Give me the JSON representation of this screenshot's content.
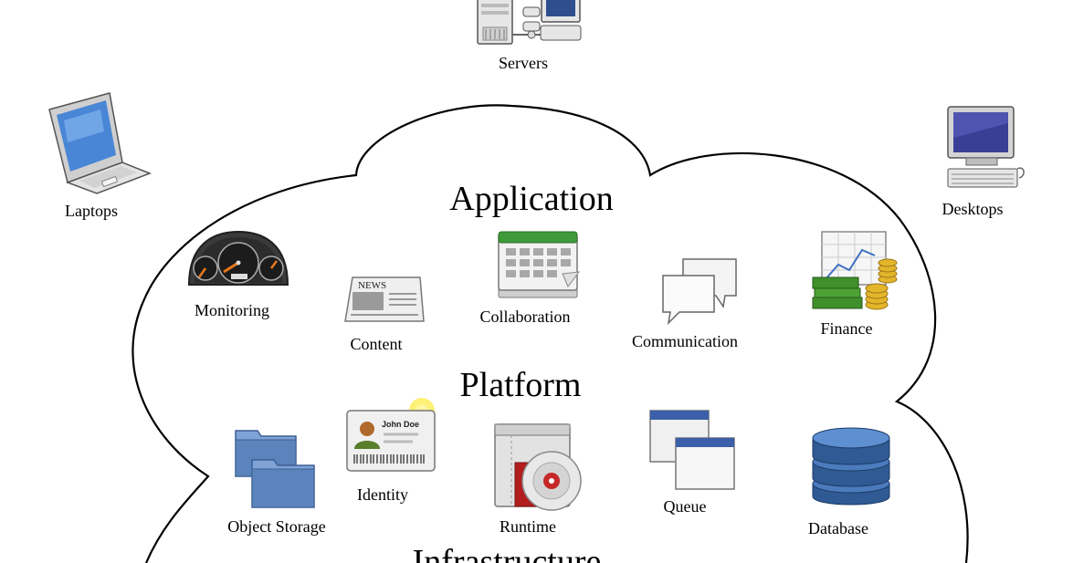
{
  "sections": {
    "application": "Application",
    "platform": "Platform",
    "infrastructure": "Infrastructure"
  },
  "devices": {
    "servers": "Servers",
    "laptops": "Laptops",
    "desktops": "Desktops"
  },
  "application_items": {
    "monitoring": "Monitoring",
    "content": "Content",
    "collaboration": "Collaboration",
    "communication": "Communication",
    "finance": "Finance"
  },
  "platform_items": {
    "object_storage": "Object Storage",
    "identity": "Identity",
    "runtime": "Runtime",
    "queue": "Queue",
    "database": "Database"
  },
  "icon_text": {
    "news": "NEWS",
    "id_name": "John Doe"
  },
  "colors": {
    "cloud_stroke": "#000000",
    "folder_blue": "#5b84bd",
    "money_green": "#3f8f2a",
    "coin_gold": "#e3b52b",
    "calendar_green": "#3f9a3a",
    "db_blue": "#3b6aa6"
  }
}
